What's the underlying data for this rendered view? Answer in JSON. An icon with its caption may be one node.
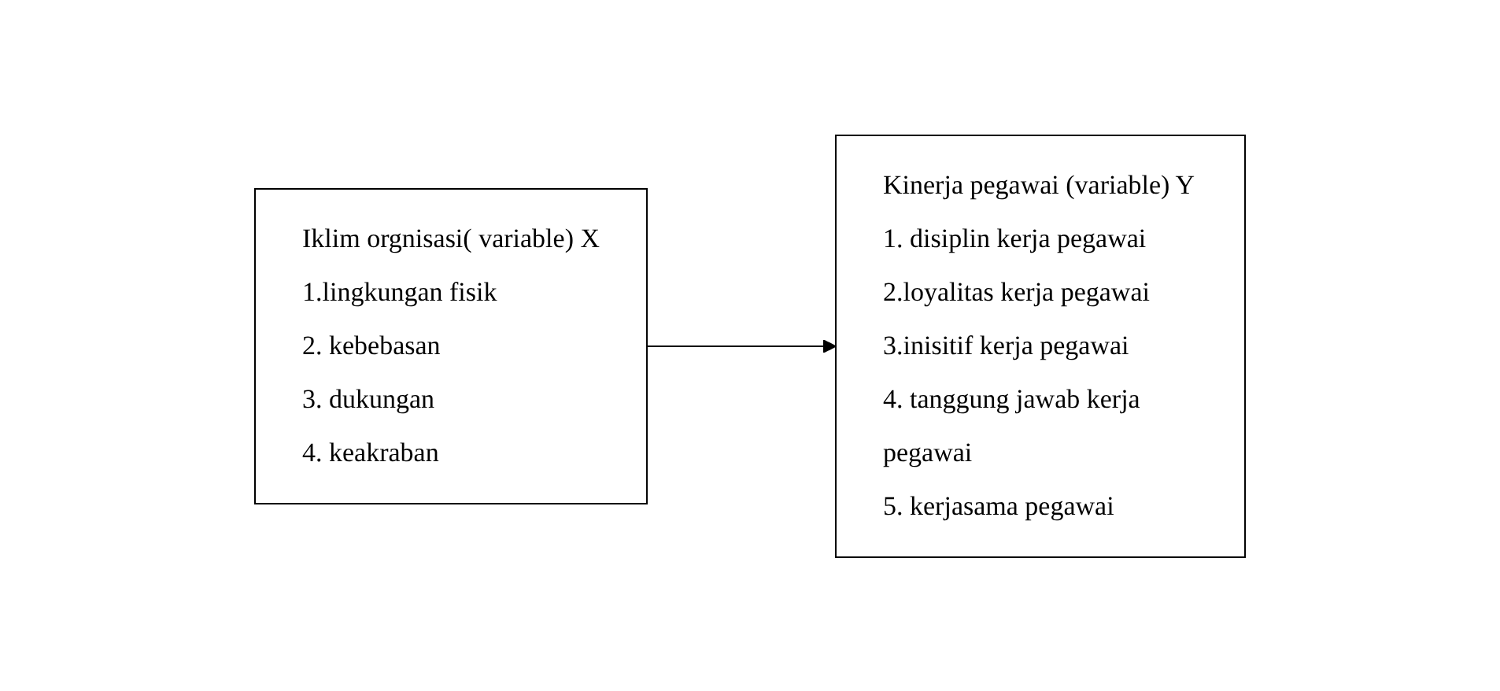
{
  "diagram": {
    "nodes": [
      {
        "text": [
          "Iklim orgnisasi( variable) X",
          "1.lingkungan fisik",
          "2. kebebasan",
          "3. dukungan",
          "4. keakraban"
        ]
      },
      {
        "text": [
          "Kinerja pegawai (variable) Y",
          "1. disiplin kerja pegawai",
          "2.loyalitas kerja pegawai",
          "3.inisitif kerja pegawai",
          "4. tanggung jawab kerja pegawai",
          "5. kerjasama pegawai"
        ]
      }
    ],
    "edges": [
      {
        "from": 0,
        "to": 1,
        "arrow": "to"
      }
    ]
  }
}
